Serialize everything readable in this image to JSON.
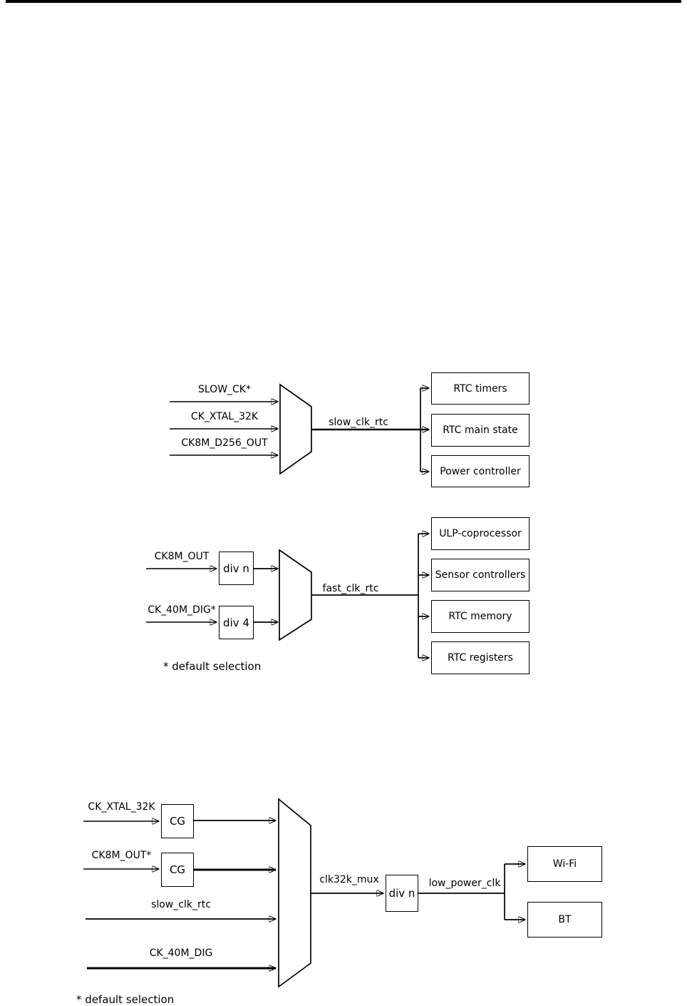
{
  "colors": {
    "ink": "#000000",
    "background": "#ffffff"
  },
  "diagrams": {
    "slow_clk": {
      "source_labels": [
        "SLOW_CK*",
        "CK_XTAL_32K",
        "CK8M_D256_OUT"
      ],
      "output_label": "slow_clk_rtc",
      "consumers": [
        "RTC timers",
        "RTC main state",
        "Power controller"
      ]
    },
    "fast_clk": {
      "source_labels": [
        "CK8M_OUT",
        "CK_40M_DIG*"
      ],
      "divider_labels": [
        "div n",
        "div 4"
      ],
      "output_label": "fast_clk_rtc",
      "consumers": [
        "ULP-coprocessor",
        "Sensor controllers",
        "RTC memory",
        "RTC registers"
      ],
      "footnote": "* default selection"
    },
    "low_power": {
      "source_labels": [
        "CK_XTAL_32K",
        "CK8M_OUT*",
        "slow_clk_rtc",
        "CK_40M_DIG"
      ],
      "gate_labels": [
        "CG",
        "CG"
      ],
      "mux_output_label": "clk32k_mux",
      "divider_label": "div n",
      "output_label": "low_power_clk",
      "consumers": [
        "Wi-Fi",
        "BT"
      ],
      "footnote": "* default selection"
    }
  }
}
